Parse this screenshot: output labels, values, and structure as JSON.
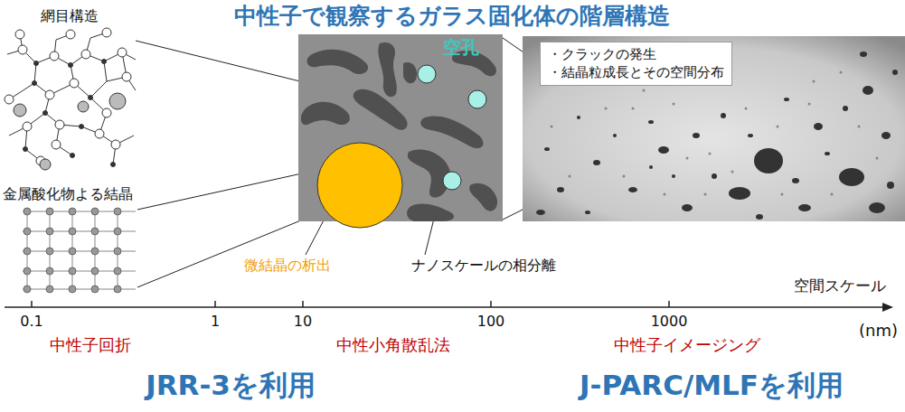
{
  "diagram": {
    "title": "中性子で観察するガラス固化体の階層構造",
    "nodes": [
      {
        "text": [
          "・クラックの発生",
          "・結晶粒成長とその空間分布"
        ]
      }
    ],
    "labels": [
      "網目構造",
      "金属酸化物よる結晶",
      "空孔",
      "微結晶の析出",
      "ナノスケールの相分離",
      "空間スケール",
      "0.1",
      "1",
      "10",
      "100",
      "1000",
      "(nm)",
      "中性子回折",
      "中性小角散乱法",
      "中性子イメージング",
      "JRR-3を利用",
      "J-PARC/MLFを利用"
    ]
  }
}
